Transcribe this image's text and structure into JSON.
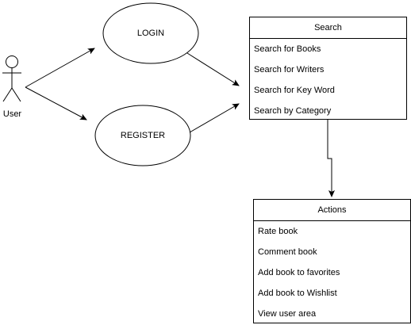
{
  "actor": {
    "label": "User"
  },
  "use_cases": {
    "login": "LOGIN",
    "register": "REGISTER"
  },
  "search_box": {
    "title": "Search",
    "items": [
      "Search for Books",
      "Search for Writers",
      "Search for Key Word",
      "Search by Category"
    ]
  },
  "actions_box": {
    "title": "Actions",
    "items": [
      "Rate book",
      "Comment book",
      "Add book to favorites",
      "Add book to Wishlist",
      "View user area"
    ]
  }
}
